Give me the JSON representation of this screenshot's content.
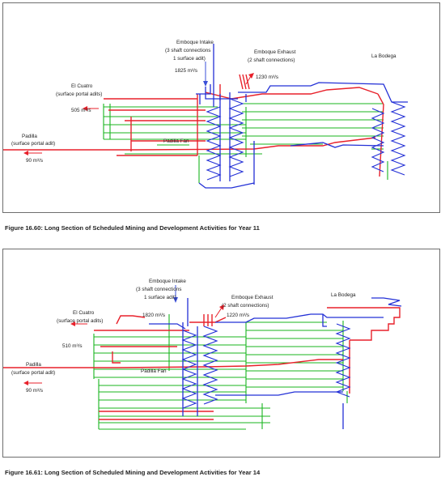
{
  "figures": [
    {
      "caption": "Figure 16.60: Long Section of Scheduled Mining and Development Activities for Year 11",
      "labels": {
        "intake_title": "Emboque Intake",
        "intake_sub1": "(3 shaft connections",
        "intake_sub2": "1 surface adit)",
        "intake_flow": "1825 m³/s",
        "exhaust_title": "Emboque Exhaust",
        "exhaust_sub": "(2 shaft connections)",
        "exhaust_flow": "1230 m³/s",
        "bodega": "La Bodega",
        "cuatro_title": "El Cuatro",
        "cuatro_sub": "(surface portal adits)",
        "cuatro_flow": "505 m³/s",
        "padilla_title": "Padilla",
        "padilla_sub": "(surface portal adit)",
        "padilla_flow": "90 m³/s",
        "padilla_fan": "Padilla Fan"
      }
    },
    {
      "caption": "Figure 16.61: Long Section of Scheduled Mining and Development Activities for Year 14",
      "labels": {
        "intake_title": "Emboque Intake",
        "intake_sub1": "(3 shaft connections",
        "intake_sub2": "1 surface adit)",
        "intake_flow": "1820 m³/s",
        "exhaust_title": "Emboque Exhaust",
        "exhaust_sub": "(2 shaft connections)",
        "exhaust_flow": "1220 m³/s",
        "bodega": "La Bodega",
        "cuatro_title": "El Cuatro",
        "cuatro_sub": "(surface portal adits)",
        "cuatro_flow": "510 m³/s",
        "padilla_title": "Padilla",
        "padilla_sub": "(surface portal adit)",
        "padilla_flow": "90 m³/s",
        "padilla_fan": "Padilla Fan"
      }
    }
  ],
  "colors": {
    "intake": "#e8212b",
    "exhaust": "#2330d6",
    "development": "#18b51e",
    "arrow_red": "#e8212b",
    "arrow_blue": "#3a4fd8"
  }
}
